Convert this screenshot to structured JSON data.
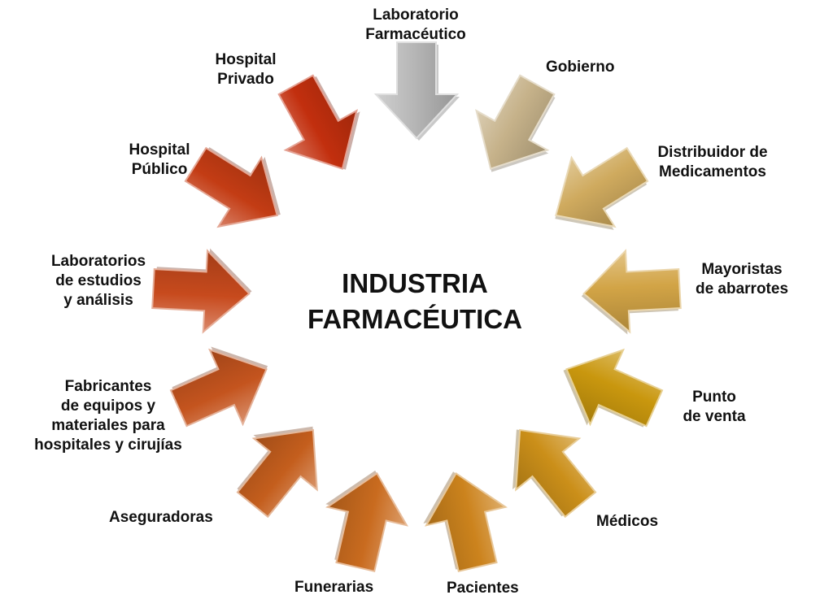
{
  "center": {
    "title": "INDUSTRIA\nFARMACÉUTICA"
  },
  "actors": [
    {
      "id": "laboratorio-farmaceutico",
      "label": "Laboratorio\nFarmacéutico",
      "color": "#b7b7b7"
    },
    {
      "id": "gobierno",
      "label": "Gobierno",
      "color": "#c6b28a"
    },
    {
      "id": "distribuidor-de-medicamentos",
      "label": "Distribuidor de\nMedicamentos",
      "color": "#cfaa5e"
    },
    {
      "id": "mayoristas-de-abarrotes",
      "label": "Mayoristas\nde abarrotes",
      "color": "#d2a446"
    },
    {
      "id": "punto-de-venta",
      "label": "Punto\nde venta",
      "color": "#c9970e"
    },
    {
      "id": "medicos",
      "label": "Médicos",
      "color": "#cb8f19"
    },
    {
      "id": "pacientes",
      "label": "Pacientes",
      "color": "#cc831d"
    },
    {
      "id": "funerarias",
      "label": "Funerarias",
      "color": "#c96b1f"
    },
    {
      "id": "aseguradoras",
      "label": "Aseguradoras",
      "color": "#c45e1d"
    },
    {
      "id": "fabricantes-de-equipos",
      "label": "Fabricantes\nde equipos y\nmateriales para\nhospitales y cirujías",
      "color": "#c4541e"
    },
    {
      "id": "laboratorios-de-estudios",
      "label": "Laboratorios\nde estudios\ny análisis",
      "color": "#c74a1d"
    },
    {
      "id": "hospital-publico",
      "label": "Hospital\nPúblico",
      "color": "#c33c14"
    },
    {
      "id": "hospital-privado",
      "label": "Hospital\nPrivado",
      "color": "#c22f0e"
    }
  ]
}
